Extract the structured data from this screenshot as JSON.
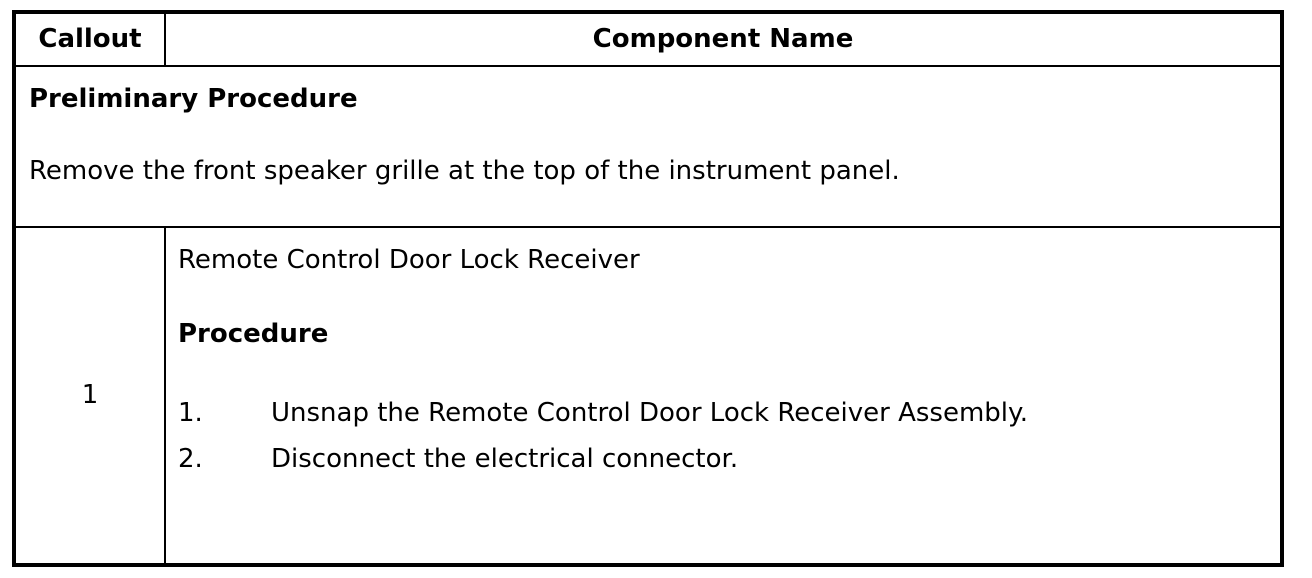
{
  "table": {
    "header": {
      "callout_label": "Callout",
      "component_name_label": "Component Name"
    },
    "preliminary": {
      "title": "Preliminary Procedure",
      "text": "Remove the front speaker grille at the top of the instrument panel."
    },
    "rows": [
      {
        "callout": "1",
        "component": "Remote Control Door Lock Receiver",
        "procedure_title": "Procedure",
        "steps": [
          {
            "num": "1.",
            "text": "Unsnap the Remote Control Door Lock Receiver Assembly."
          },
          {
            "num": "2.",
            "text": "Disconnect the electrical connector."
          }
        ]
      }
    ]
  },
  "colors": {
    "border": "#000000",
    "text": "#000000",
    "background": "#ffffff"
  }
}
